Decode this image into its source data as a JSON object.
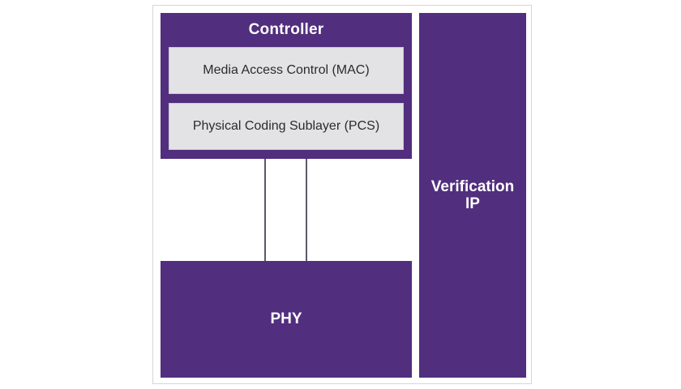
{
  "colors": {
    "block_purple": "#522e7e",
    "sublayer_fill": "#e3e3e5",
    "connector": "#5a5a6a"
  },
  "controller": {
    "title": "Controller",
    "sublayers": [
      {
        "label": "Media Access Control (MAC)"
      },
      {
        "label": "Physical Coding Sublayer (PCS)"
      }
    ]
  },
  "phy": {
    "label": "PHY"
  },
  "verification_ip": {
    "label": "Verification\nIP"
  }
}
